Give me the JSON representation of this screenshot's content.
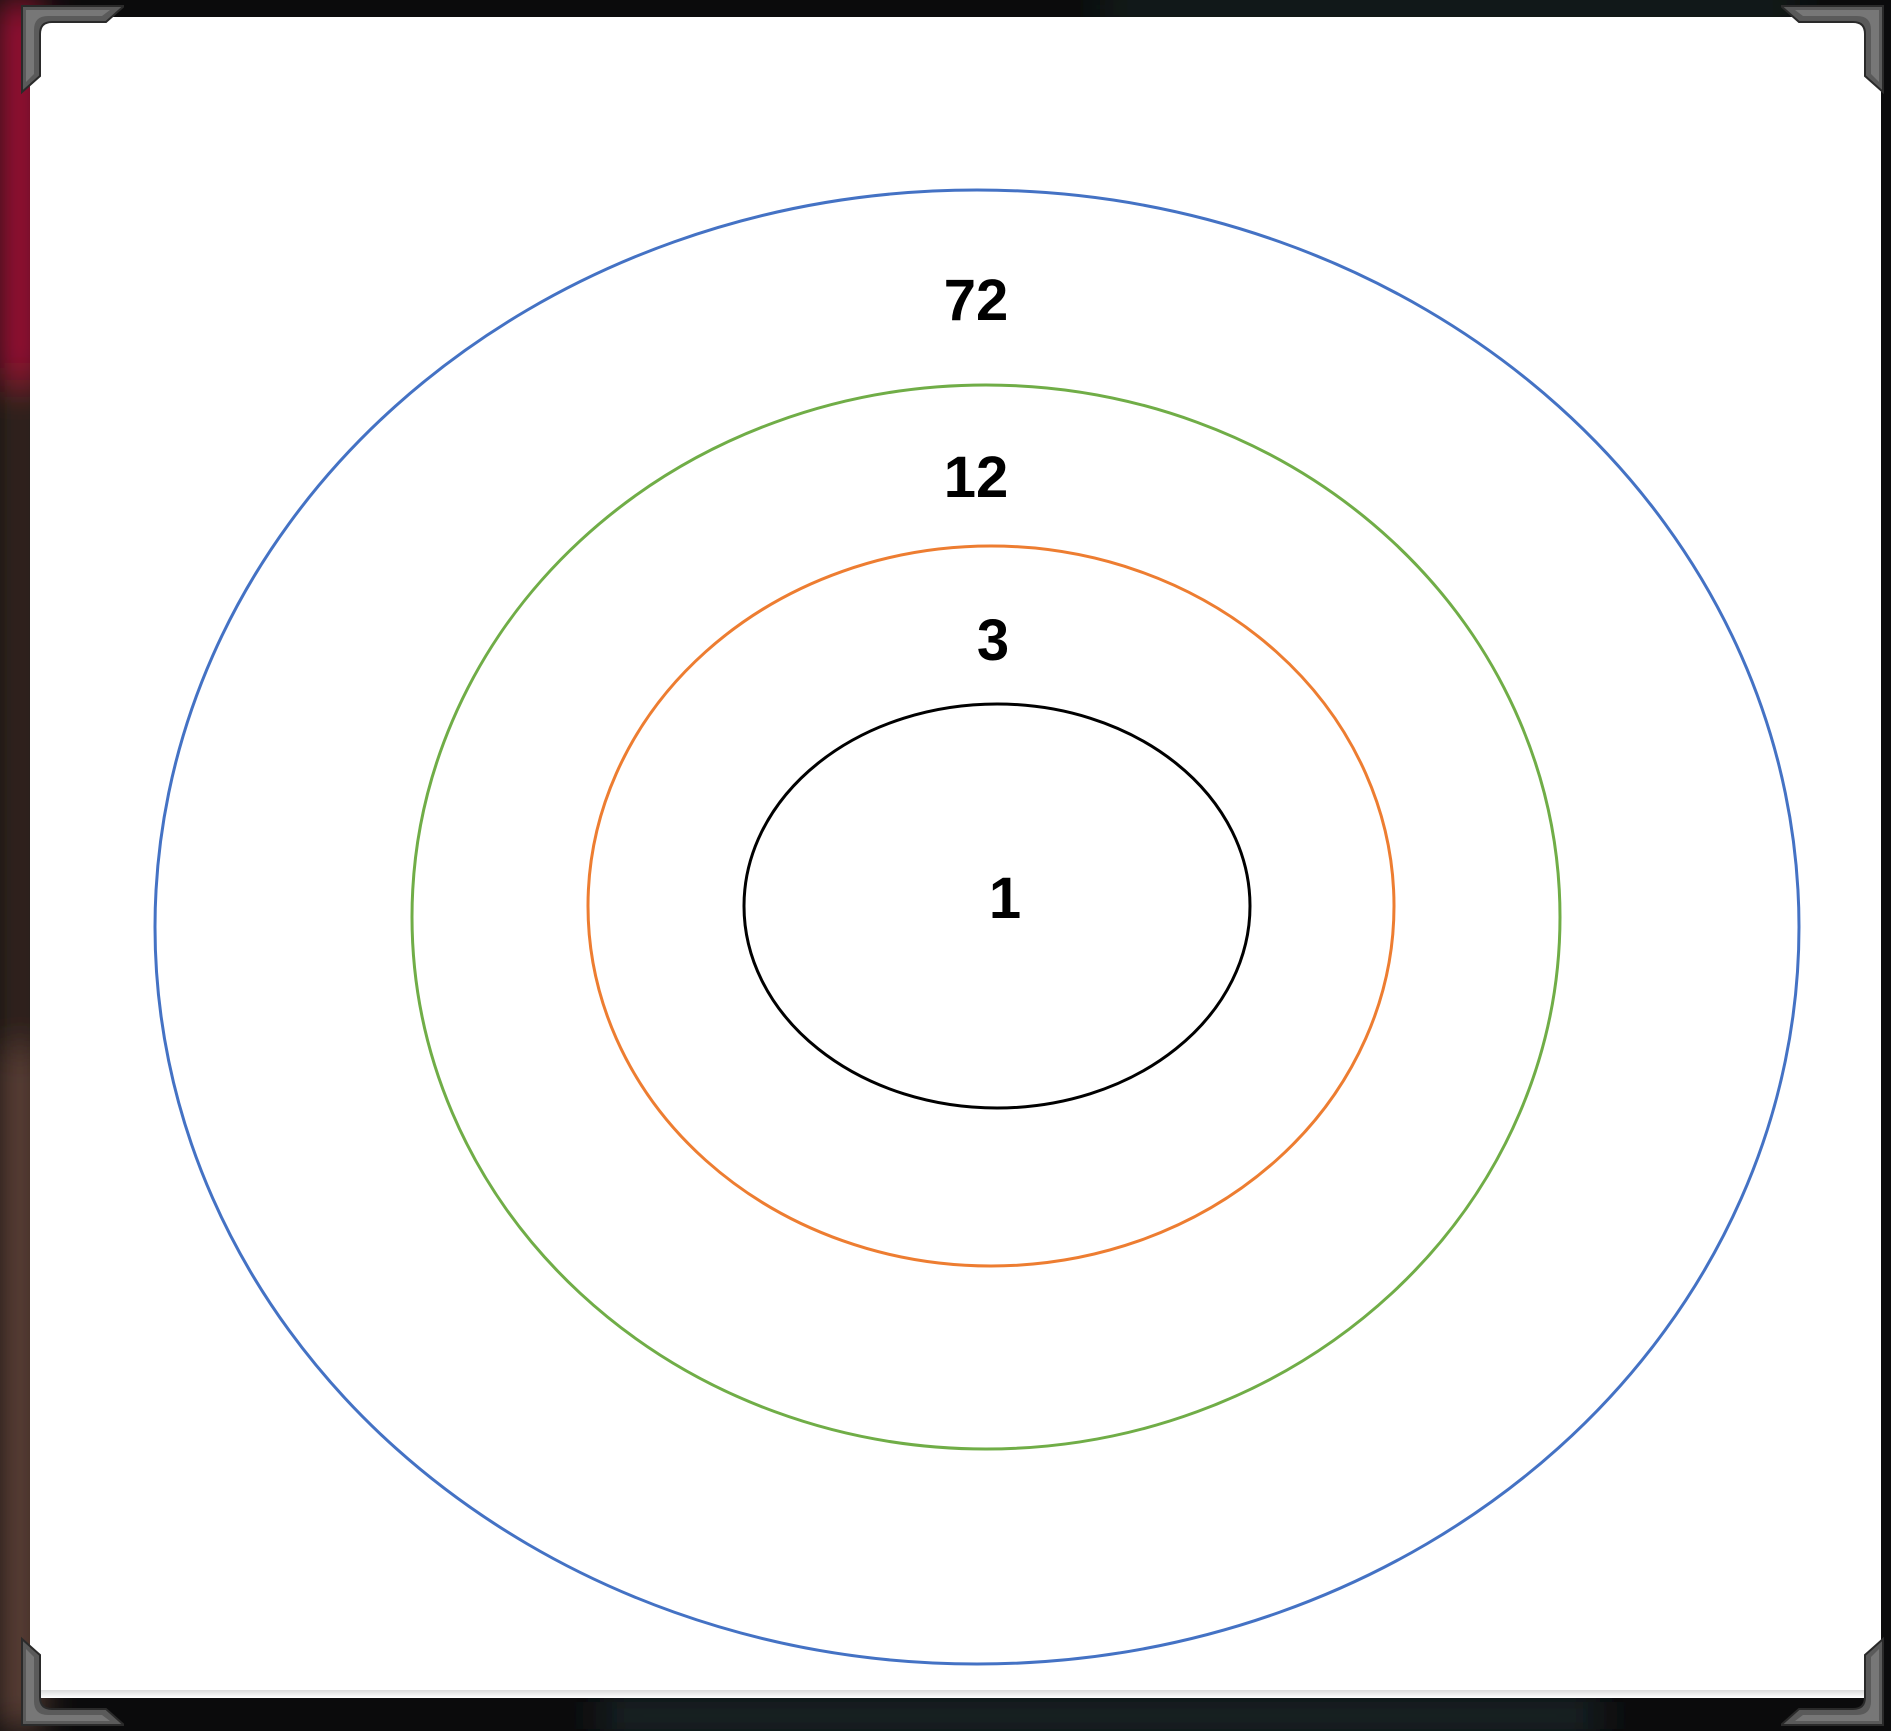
{
  "diagram": {
    "rings": [
      {
        "label": "72",
        "stroke": "#4472c4"
      },
      {
        "label": "12",
        "stroke": "#70ad47"
      },
      {
        "label": "3",
        "stroke": "#ed7d31"
      },
      {
        "label": "1",
        "stroke": "#000000"
      }
    ]
  },
  "icons": {
    "corners": [
      "corner-bracket-icon",
      "corner-bracket-icon",
      "corner-bracket-icon",
      "corner-bracket-icon"
    ]
  },
  "colors": {
    "panel": "#ffffff",
    "frame": "#0b0b0c",
    "bracket": "#5a5a5a"
  }
}
